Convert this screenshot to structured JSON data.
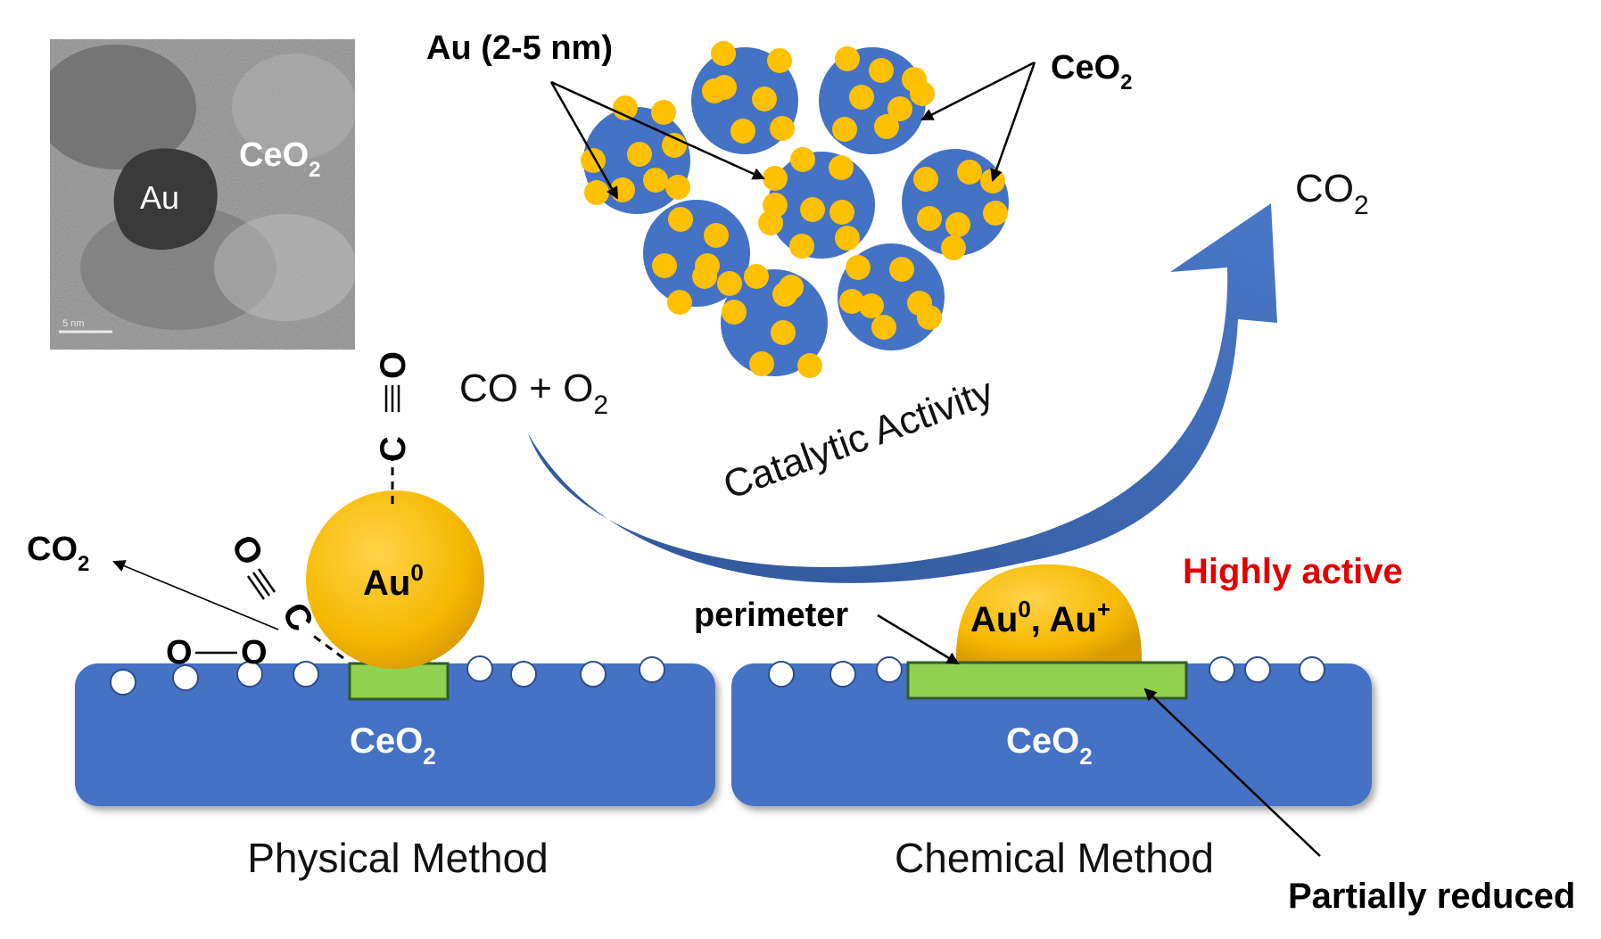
{
  "tem_image": {
    "au_label": "Au",
    "ceo2_label": "CeO",
    "ceo2_sub": "2",
    "scale_bar": "5 nm"
  },
  "cluster": {
    "au_size_label": "Au (2-5 nm)",
    "ceo2_label": "CeO",
    "ceo2_sub": "2"
  },
  "reaction": {
    "reactants": "CO + O",
    "reactants_sub": "2",
    "product": "CO",
    "product_sub": "2",
    "arrow_label": "Catalytic Activity"
  },
  "physical": {
    "support_label": "CeO",
    "support_sub": "2",
    "au_label": "Au",
    "au_sup": "0",
    "co2_label": "CO",
    "co2_sub": "2",
    "co_top_c": "C",
    "co_top_o": "O",
    "co_side_c": "C",
    "co_side_o": "O",
    "o2_left": "O",
    "o2_right": "O",
    "caption": "Physical Method"
  },
  "chemical": {
    "support_label": "CeO",
    "support_sub": "2",
    "au_label_a": "Au",
    "au_sup_a": "0",
    "au_label_sep": ", Au",
    "au_sup_b": "+",
    "perimeter_label": "perimeter",
    "active_label": "Highly active",
    "reduced_label": "Partially reduced",
    "caption": "Chemical Method"
  },
  "colors": {
    "ceria_blue": "#4472C4",
    "gold": "#FFC000",
    "interface_green": "#92D050",
    "active_red": "#E00000",
    "arrow_blue": "#3B63AE"
  }
}
